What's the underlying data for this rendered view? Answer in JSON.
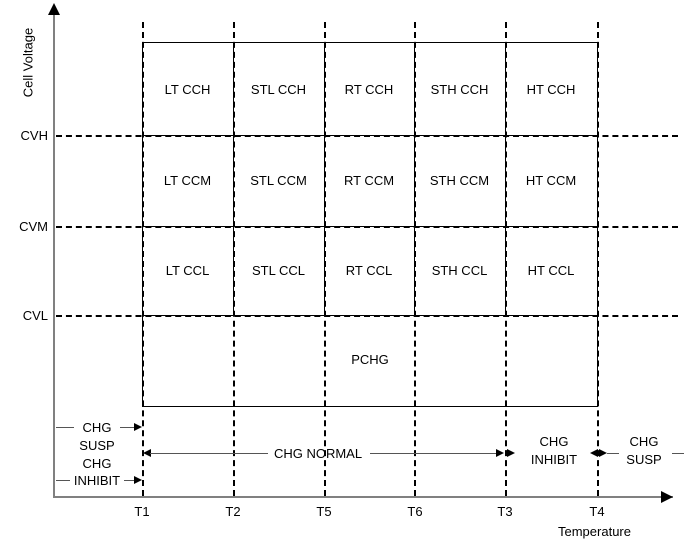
{
  "chart_data": {
    "type": "table",
    "title": "",
    "xlabel": "Temperature",
    "ylabel": "Cell Voltage",
    "grid": true,
    "legend": "none",
    "x_ticks": [
      "T1",
      "T2",
      "T5",
      "T6",
      "T3",
      "T4"
    ],
    "y_ticks": [
      "CVH",
      "CVM",
      "CVL"
    ],
    "voltage_bands": [
      "CCH",
      "CCM",
      "CCL"
    ],
    "temperature_bands": [
      "LT",
      "STL",
      "RT",
      "STH",
      "HT"
    ],
    "categories": [
      "LT",
      "STL",
      "RT",
      "STH",
      "HT"
    ],
    "rows": [
      {
        "band": "CCH",
        "cells": [
          "LT CCH",
          "STL CCH",
          "RT CCH",
          "STH CCH",
          "HT CCH"
        ]
      },
      {
        "band": "CCM",
        "cells": [
          "LT CCM",
          "STL CCM",
          "RT CCM",
          "STH CCM",
          "HT CCM"
        ]
      },
      {
        "band": "CCL",
        "cells": [
          "LT CCL",
          "STL CCL",
          "RT CCL",
          "STH CCL",
          "HT CCL"
        ]
      }
    ],
    "precharge_row": "PCHG",
    "charge_states": [
      {
        "label": "CHG SUSP",
        "position": "left-upper"
      },
      {
        "label": "CHG INHIBIT",
        "position": "left-lower"
      },
      {
        "label": "CHG NORMAL",
        "position": "center",
        "from": "T1",
        "to": "T3"
      },
      {
        "label": "CHG INHIBIT",
        "position": "right-inner",
        "from": "T3",
        "to": "T4"
      },
      {
        "label": "CHG SUSP",
        "position": "right-outer",
        "from": "T4"
      }
    ]
  },
  "axes": {
    "y_title": "Cell Voltage",
    "x_title": "Temperature",
    "y_ticks": [
      {
        "label": "CVH"
      },
      {
        "label": "CVM"
      },
      {
        "label": "CVL"
      }
    ],
    "x_ticks": [
      {
        "label": "T1"
      },
      {
        "label": "T2"
      },
      {
        "label": "T5"
      },
      {
        "label": "T6"
      },
      {
        "label": "T3"
      },
      {
        "label": "T4"
      }
    ]
  },
  "grid_cells": {
    "r0": [
      "LT CCH",
      "STL CCH",
      "RT CCH",
      "STH CCH",
      "HT CCH"
    ],
    "r1": [
      "LT CCM",
      "STL CCM",
      "RT CCM",
      "STH CCM",
      "HT CCM"
    ],
    "r2": [
      "LT CCL",
      "STL CCL",
      "RT CCL",
      "STH CCL",
      "HT CCL"
    ],
    "pchg": "PCHG"
  },
  "annotations": {
    "left_susp_line1": "CHG",
    "left_susp_line2": "SUSP",
    "left_inhibit_line1": "CHG",
    "left_inhibit_line2": "INHIBIT",
    "chg_normal": "CHG NORMAL",
    "right_inhibit_line1": "CHG",
    "right_inhibit_line2": "INHIBIT",
    "right_susp_line1": "CHG",
    "right_susp_line2": "SUSP"
  },
  "colors": {
    "line": "#000000",
    "axis": "#808080",
    "background": "#ffffff"
  }
}
